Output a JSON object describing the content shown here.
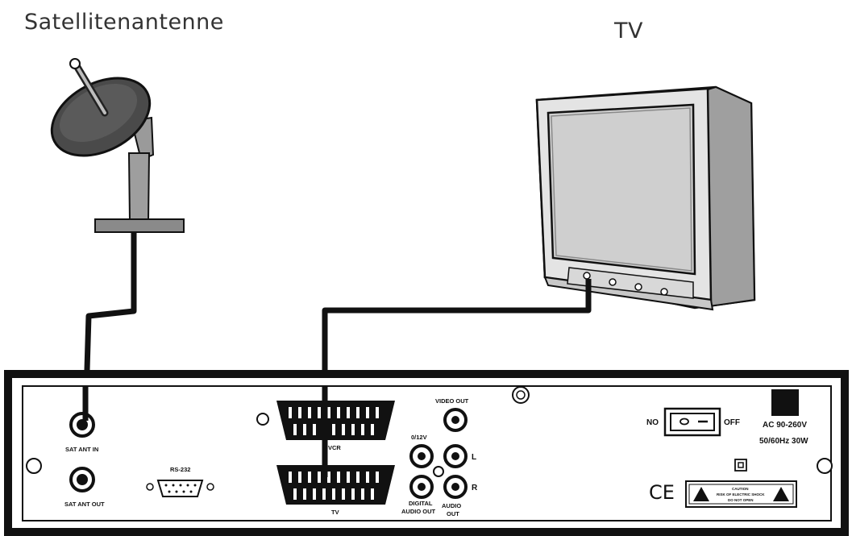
{
  "labels": {
    "satellite": "Satellitenantenne",
    "tv": "TV"
  },
  "panel": {
    "sat_ant_in": "SAT ANT IN",
    "sat_ant_out": "SAT ANT OUT",
    "rs232": "RS-232",
    "vcr": "VCR",
    "tv_scart": "TV",
    "video_out": "VIDEO OUT",
    "v012": "0/12V",
    "l": "L",
    "r": "R",
    "digital_audio_out_1": "DIGITAL",
    "digital_audio_out_2": "AUDIO OUT",
    "audio_out_1": "AUDIO",
    "audio_out_2": "OUT",
    "switch_on": "NO",
    "switch_off": "OFF",
    "power_1": "AC 90-260V",
    "power_2": "50/60Hz 30W",
    "ce_mark": "CE",
    "caution_1": "CAUTION",
    "caution_2": "RISK OF ELECTRIC SHOCK",
    "caution_3": "DO NOT OPEN"
  },
  "colors": {
    "outline": "#111111",
    "dish_dark": "#4a4a4a",
    "tv_body": "#e4e4e4",
    "tv_screen": "#cfcfcf",
    "panel_fill": "#ffffff"
  }
}
